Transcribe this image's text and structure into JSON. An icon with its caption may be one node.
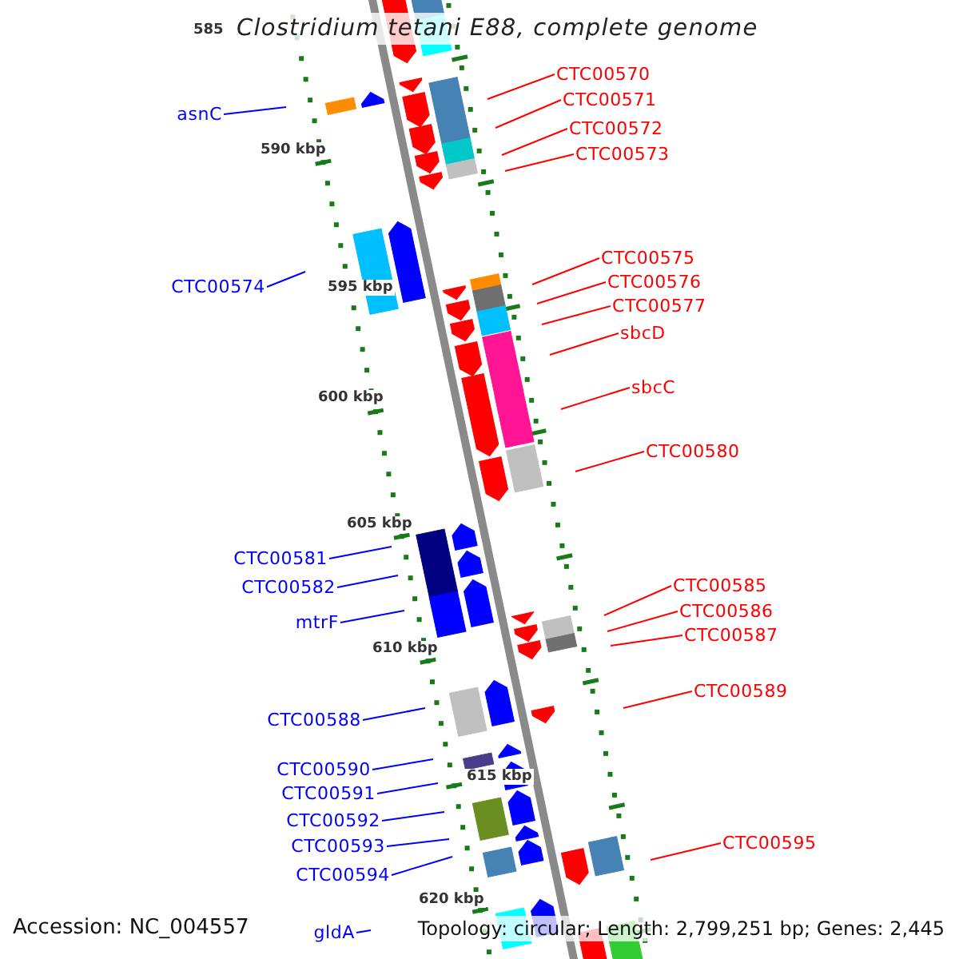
{
  "diagram": {
    "title": "Clostridium tetani E88, complete genome",
    "nodes": [
      {
        "text": [
          "CTC00570"
        ]
      },
      {
        "text": [
          "CTC00571"
        ]
      },
      {
        "text": [
          "asnC"
        ]
      },
      {
        "text": [
          "CTC00572"
        ]
      },
      {
        "text": [
          "CTC00573"
        ]
      },
      {
        "text": [
          "CTC00575"
        ]
      },
      {
        "text": [
          "CTC00576"
        ]
      },
      {
        "text": [
          "CTC00574"
        ]
      },
      {
        "text": [
          "CTC00577"
        ]
      },
      {
        "text": [
          "sbcD"
        ]
      },
      {
        "text": [
          "sbcC"
        ]
      },
      {
        "text": [
          "CTC00580"
        ]
      },
      {
        "text": [
          "CTC00581"
        ]
      },
      {
        "text": [
          "CTC00585"
        ]
      },
      {
        "text": [
          "CTC00582"
        ]
      },
      {
        "text": [
          "CTC00586"
        ]
      },
      {
        "text": [
          "mtrF"
        ]
      },
      {
        "text": [
          "CTC00587"
        ]
      },
      {
        "text": [
          "CTC00589"
        ]
      },
      {
        "text": [
          "CTC00588"
        ]
      },
      {
        "text": [
          "CTC00590"
        ]
      },
      {
        "text": [
          "CTC00591"
        ]
      },
      {
        "text": [
          "CTC00592"
        ]
      },
      {
        "text": [
          "CTC00595"
        ]
      },
      {
        "text": [
          "CTC00593"
        ]
      },
      {
        "text": [
          "CTC00594"
        ]
      },
      {
        "text": [
          "gldA"
        ]
      }
    ],
    "edges": [
      {
        "from": 0,
        "to": null,
        "arrow": "none"
      },
      {
        "from": 1,
        "to": null,
        "arrow": "none"
      },
      {
        "from": 2,
        "to": null,
        "arrow": "none",
        "color": "#0000ff"
      },
      {
        "from": 3,
        "to": null,
        "arrow": "none"
      },
      {
        "from": 4,
        "to": null,
        "arrow": "none"
      },
      {
        "from": 5,
        "to": null,
        "arrow": "none"
      },
      {
        "from": 6,
        "to": null,
        "arrow": "none"
      },
      {
        "from": 7,
        "to": null,
        "arrow": "none",
        "color": "#0000ff"
      },
      {
        "from": 8,
        "to": null,
        "arrow": "none"
      },
      {
        "from": 9,
        "to": null,
        "arrow": "none"
      },
      {
        "from": 10,
        "to": null,
        "arrow": "none"
      },
      {
        "from": 11,
        "to": null,
        "arrow": "none"
      },
      {
        "from": 12,
        "to": null,
        "arrow": "none",
        "color": "#0000ff"
      },
      {
        "from": 13,
        "to": null,
        "arrow": "none"
      },
      {
        "from": 14,
        "to": null,
        "arrow": "none",
        "color": "#0000ff"
      },
      {
        "from": 15,
        "to": null,
        "arrow": "none"
      },
      {
        "from": 16,
        "to": null,
        "arrow": "none",
        "color": "#0000ff"
      },
      {
        "from": 17,
        "to": null,
        "arrow": "none"
      },
      {
        "from": 18,
        "to": null,
        "arrow": "none"
      },
      {
        "from": 19,
        "to": null,
        "arrow": "none",
        "color": "#0000ff"
      },
      {
        "from": 20,
        "to": null,
        "arrow": "none",
        "color": "#0000ff"
      },
      {
        "from": 21,
        "to": null,
        "arrow": "none",
        "color": "#0000ff"
      },
      {
        "from": 22,
        "to": null,
        "arrow": "none",
        "color": "#0000ff"
      },
      {
        "from": 23,
        "to": null,
        "arrow": "none"
      },
      {
        "from": 24,
        "to": null,
        "arrow": "none",
        "color": "#0000ff"
      },
      {
        "from": 25,
        "to": null,
        "arrow": "none",
        "color": "#0000ff"
      },
      {
        "from": 26,
        "to": null,
        "arrow": "none",
        "color": "#0000ff"
      }
    ],
    "labels": [
      "585",
      "590 kbp",
      "595 kbp",
      "600 kbp",
      "605 kbp",
      "610 kbp",
      "615 kbp",
      "620 kbp",
      "Accession: NC_004557",
      "Topology: circular; Length: 2,799,251 bp; Genes: 2,445"
    ]
  }
}
